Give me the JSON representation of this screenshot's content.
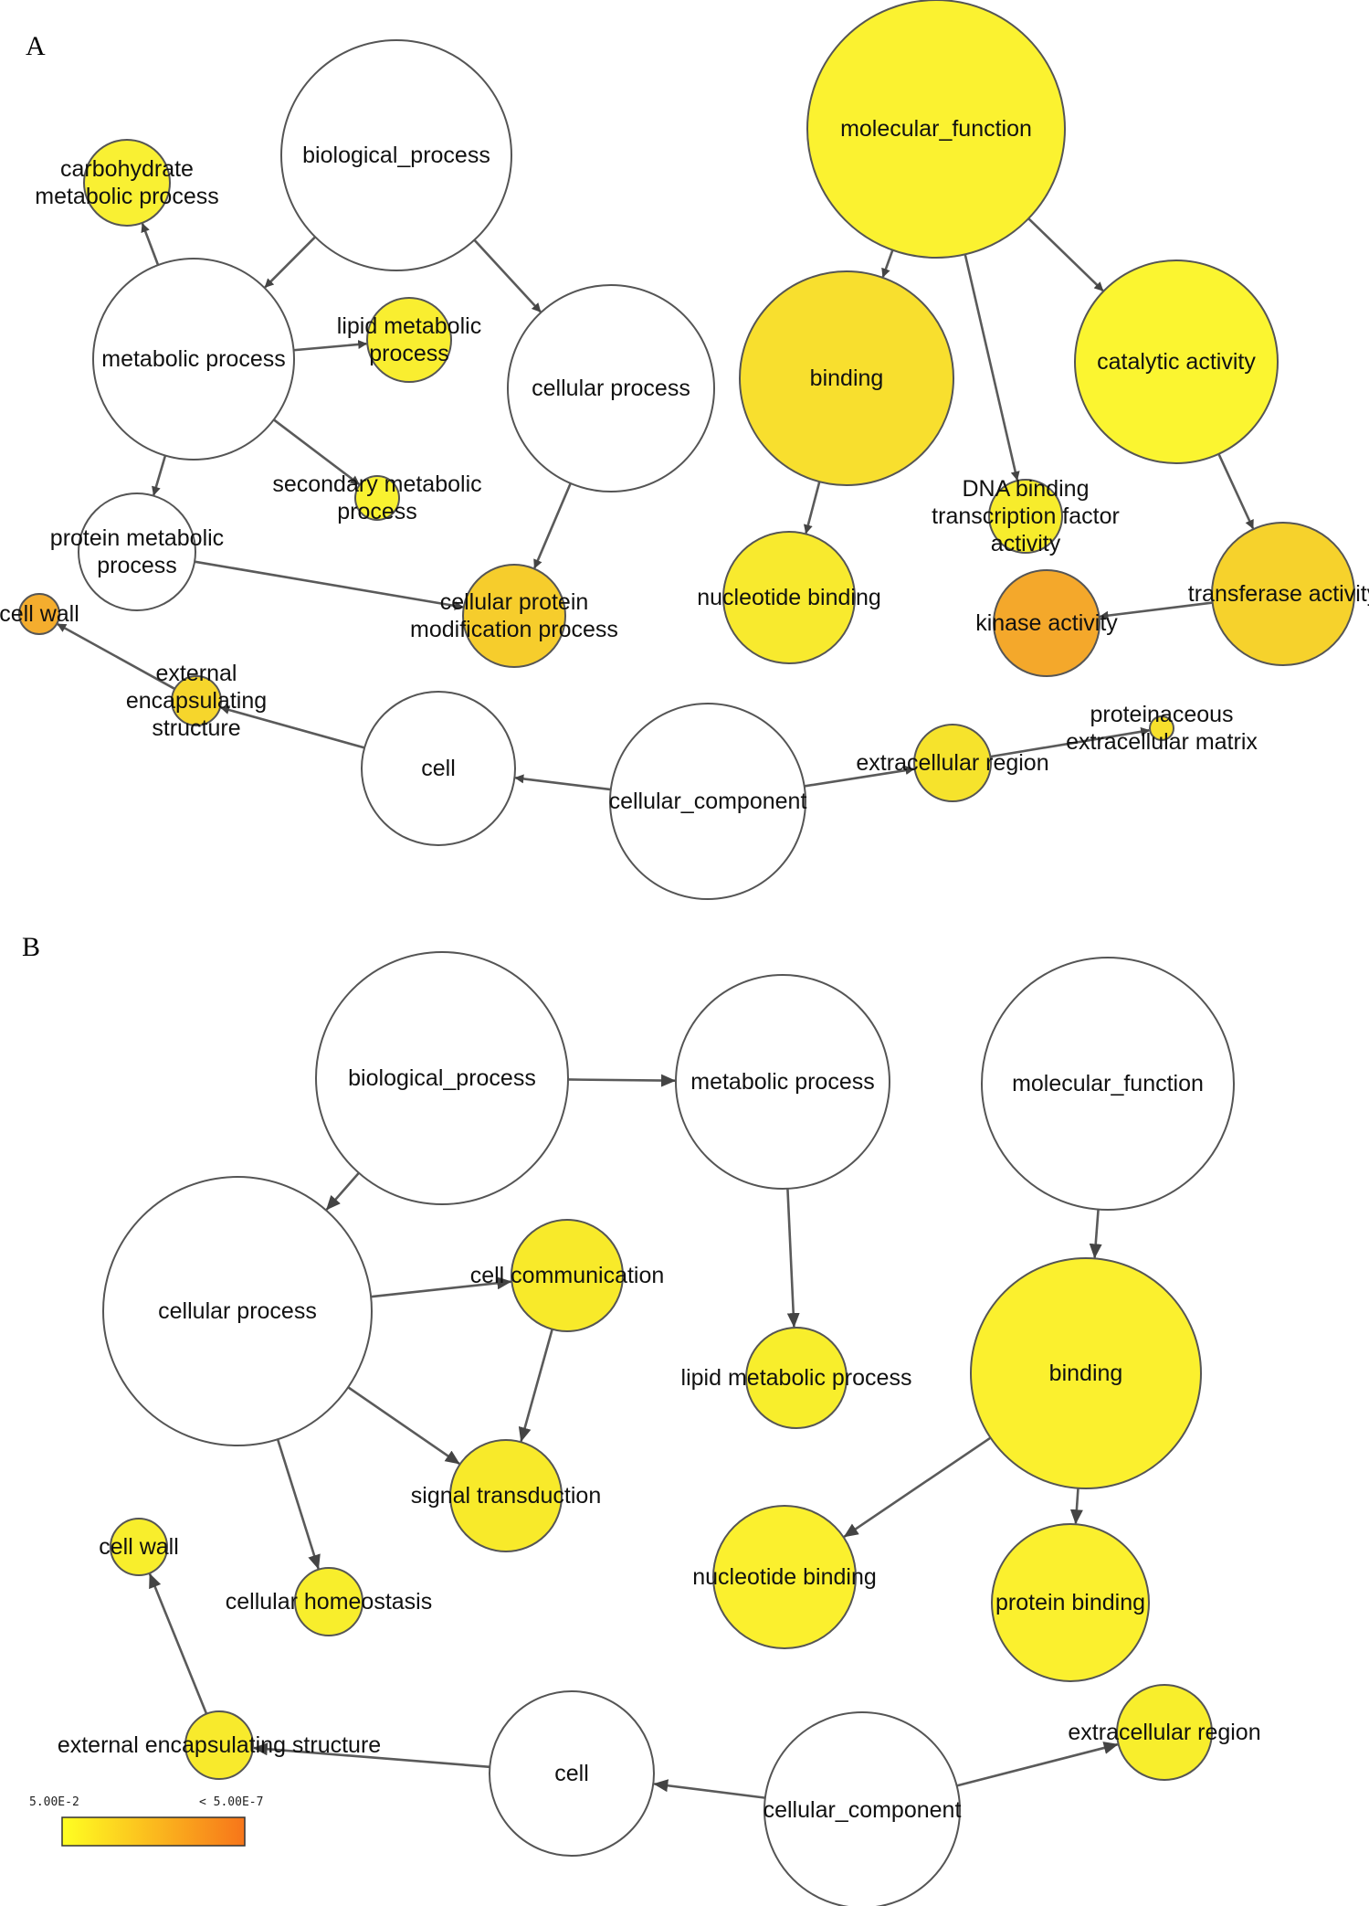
{
  "panels": [
    {
      "id": "A",
      "label": "A",
      "nodes": [
        {
          "id": "bp",
          "lines": [
            "biological_process"
          ],
          "color": "#ffffff"
        },
        {
          "id": "carb",
          "lines": [
            "carbohydrate",
            "metabolic process"
          ],
          "color": "#f9f033"
        },
        {
          "id": "met",
          "lines": [
            "metabolic process"
          ],
          "color": "#ffffff"
        },
        {
          "id": "lipid",
          "lines": [
            "lipid metabolic",
            "process"
          ],
          "color": "#f9ee30"
        },
        {
          "id": "cellproc",
          "lines": [
            "cellular process"
          ],
          "color": "#ffffff"
        },
        {
          "id": "sec",
          "lines": [
            "secondary metabolic",
            "process"
          ],
          "color": "#f9f230"
        },
        {
          "id": "protmet",
          "lines": [
            "protein metabolic",
            "process"
          ],
          "color": "#ffffff"
        },
        {
          "id": "cpm",
          "lines": [
            "cellular protein",
            "modification process"
          ],
          "color": "#f6cd2c"
        },
        {
          "id": "cellwall",
          "lines": [
            "cell wall"
          ],
          "color": "#f4ad2e"
        },
        {
          "id": "ext",
          "lines": [
            "external",
            "encapsulating",
            "structure"
          ],
          "color": "#f6d62c"
        },
        {
          "id": "cell",
          "lines": [
            "cell"
          ],
          "color": "#ffffff"
        },
        {
          "id": "cc",
          "lines": [
            "cellular_component"
          ],
          "color": "#ffffff"
        },
        {
          "id": "extreg",
          "lines": [
            "extracellular region"
          ],
          "color": "#f6e32c"
        },
        {
          "id": "prot",
          "lines": [
            "proteinaceous",
            "extracellular matrix"
          ],
          "color": "#f7e02c"
        },
        {
          "id": "mf",
          "lines": [
            "molecular_function"
          ],
          "color": "#fbf230"
        },
        {
          "id": "binding",
          "lines": [
            "binding"
          ],
          "color": "#f8df2e"
        },
        {
          "id": "cat",
          "lines": [
            "catalytic activity"
          ],
          "color": "#fbf530"
        },
        {
          "id": "nuc",
          "lines": [
            "nucleotide binding"
          ],
          "color": "#f8ea2e"
        },
        {
          "id": "dna",
          "lines": [
            "DNA binding",
            "transcription factor",
            "activity"
          ],
          "color": "#f7ec2c"
        },
        {
          "id": "trans",
          "lines": [
            "transferase activity"
          ],
          "color": "#f6d22c"
        },
        {
          "id": "kin",
          "lines": [
            "kinase activity"
          ],
          "color": "#f4a82b"
        }
      ],
      "edges": [
        {
          "from": "bp",
          "to": "met"
        },
        {
          "from": "bp",
          "to": "cellproc"
        },
        {
          "from": "met",
          "to": "carb"
        },
        {
          "from": "met",
          "to": "lipid"
        },
        {
          "from": "met",
          "to": "sec"
        },
        {
          "from": "met",
          "to": "protmet"
        },
        {
          "from": "protmet",
          "to": "cpm"
        },
        {
          "from": "cellproc",
          "to": "cpm"
        },
        {
          "from": "ext",
          "to": "cellwall"
        },
        {
          "from": "cell",
          "to": "ext"
        },
        {
          "from": "cc",
          "to": "cell"
        },
        {
          "from": "cc",
          "to": "extreg"
        },
        {
          "from": "extreg",
          "to": "prot"
        },
        {
          "from": "mf",
          "to": "binding"
        },
        {
          "from": "mf",
          "to": "cat"
        },
        {
          "from": "mf",
          "to": "dna"
        },
        {
          "from": "binding",
          "to": "nuc"
        },
        {
          "from": "cat",
          "to": "trans"
        },
        {
          "from": "trans",
          "to": "kin"
        }
      ]
    },
    {
      "id": "B",
      "label": "B",
      "nodes": [
        {
          "id": "bp",
          "lines": [
            "biological_process"
          ],
          "color": "#ffffff"
        },
        {
          "id": "met",
          "lines": [
            "metabolic process"
          ],
          "color": "#ffffff"
        },
        {
          "id": "mf",
          "lines": [
            "molecular_function"
          ],
          "color": "#ffffff"
        },
        {
          "id": "cellproc",
          "lines": [
            "cellular process"
          ],
          "color": "#ffffff"
        },
        {
          "id": "comm",
          "lines": [
            "cell communication"
          ],
          "color": "#f8ea2a"
        },
        {
          "id": "lipid",
          "lines": [
            "lipid metabolic process"
          ],
          "color": "#f8ee2c"
        },
        {
          "id": "binding",
          "lines": [
            "binding"
          ],
          "color": "#fbf02e"
        },
        {
          "id": "sig",
          "lines": [
            "signal transduction"
          ],
          "color": "#f8ea2a"
        },
        {
          "id": "nuc",
          "lines": [
            "nucleotide binding"
          ],
          "color": "#fbf02e"
        },
        {
          "id": "protb",
          "lines": [
            "protein binding"
          ],
          "color": "#fbf02e"
        },
        {
          "id": "cellwall",
          "lines": [
            "cell wall"
          ],
          "color": "#f8ee2c"
        },
        {
          "id": "homeo",
          "lines": [
            "cellular homeostasis"
          ],
          "color": "#f8ee2c"
        },
        {
          "id": "ext",
          "lines": [
            "external encapsulating structure"
          ],
          "color": "#f8ea2c"
        },
        {
          "id": "cell",
          "lines": [
            "cell"
          ],
          "color": "#ffffff"
        },
        {
          "id": "cc",
          "lines": [
            "cellular_component"
          ],
          "color": "#ffffff"
        },
        {
          "id": "extreg",
          "lines": [
            "extracellular region"
          ],
          "color": "#f8ee2c"
        }
      ],
      "edges": [
        {
          "from": "bp",
          "to": "met"
        },
        {
          "from": "bp",
          "to": "cellproc"
        },
        {
          "from": "met",
          "to": "lipid"
        },
        {
          "from": "mf",
          "to": "binding"
        },
        {
          "from": "cellproc",
          "to": "comm"
        },
        {
          "from": "cellproc",
          "to": "sig"
        },
        {
          "from": "cellproc",
          "to": "homeo"
        },
        {
          "from": "comm",
          "to": "sig"
        },
        {
          "from": "binding",
          "to": "nuc"
        },
        {
          "from": "binding",
          "to": "protb"
        },
        {
          "from": "ext",
          "to": "cellwall"
        },
        {
          "from": "cell",
          "to": "ext"
        },
        {
          "from": "cc",
          "to": "cell"
        },
        {
          "from": "cc",
          "to": "extreg"
        }
      ]
    }
  ],
  "legend": {
    "left_label": "5.00E-2",
    "right_label": "< 5.00E-7",
    "gradient_start": "#ffff22",
    "gradient_end": "#f7751a"
  }
}
